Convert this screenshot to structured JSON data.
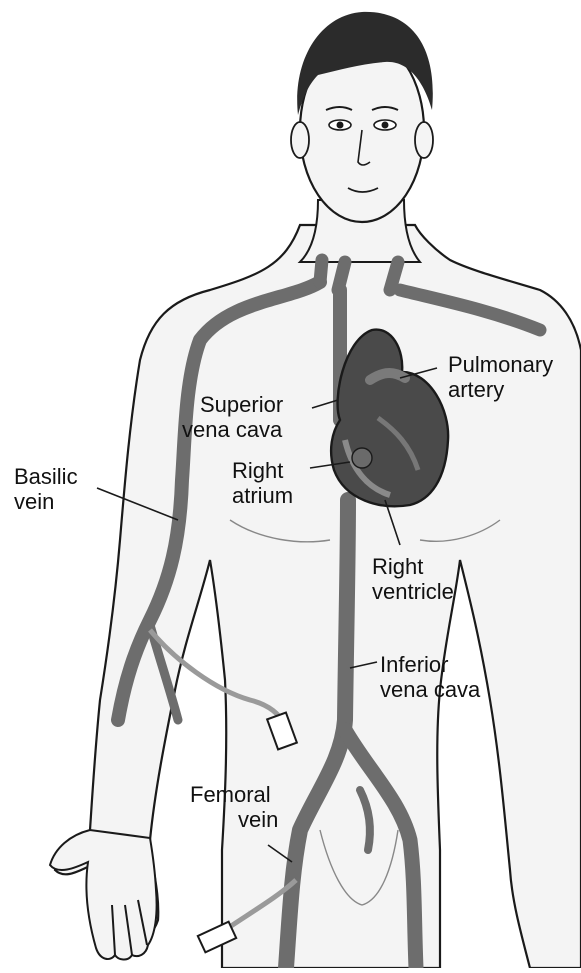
{
  "labels": {
    "basilic_vein": [
      "Basilic",
      "vein"
    ],
    "superior_vena_cava": [
      "Superior",
      "vena cava"
    ],
    "right_atrium": [
      "Right",
      "atrium"
    ],
    "pulmonary_artery": [
      "Pulmonary",
      "artery"
    ],
    "right_ventricle": [
      "Right",
      "ventricle"
    ],
    "inferior_vena_cava": [
      "Inferior",
      "vena cava"
    ],
    "femoral_vein": [
      "Femoral",
      "vein"
    ]
  },
  "colors": {
    "vein": "#6d6d6d",
    "vein_dark": "#3c3c3c",
    "heart": "#4a4a4a",
    "outline": "#1a1a1a",
    "skin": "#f4f4f4",
    "hair": "#2b2b2b"
  }
}
